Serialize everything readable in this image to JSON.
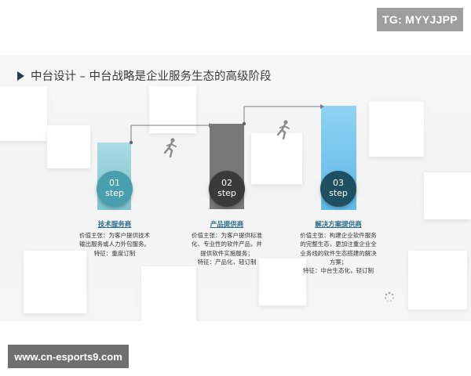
{
  "watermark_top": "TG: MYYJJPP",
  "watermark_bottom": "www.cn-esports9.com",
  "slide": {
    "title": "中台设计 – 中台战略是企业服务生态的高级阶段",
    "steps": [
      {
        "number": "01",
        "step_word": "step",
        "heading": "技术服务商",
        "lines": [
          "价值主张：为客户提供技术",
          "输出服务或人力外包服务。",
          "特征：重度订制"
        ],
        "color": "#4a9fae"
      },
      {
        "number": "02",
        "step_word": "step",
        "heading": "产品提供商",
        "lines": [
          "价值主张：为客户提供标准",
          "化、专业性的软件产品，并",
          "提供软件实施服务；",
          "特征：产品化，轻订制"
        ],
        "color": "#3a3a3a"
      },
      {
        "number": "03",
        "step_word": "step",
        "heading": "解决方案提供商",
        "lines": [
          "价值主张：构建企业软件服务",
          "的完整生态，更加注重企业全",
          "业务线的软件生态搭建的解决",
          "方案；",
          "特征：中台生态化，轻订制"
        ],
        "color": "#1f5061"
      }
    ]
  },
  "icons": {
    "runner": "running-person-icon",
    "loading": "loading-spinner-icon"
  }
}
